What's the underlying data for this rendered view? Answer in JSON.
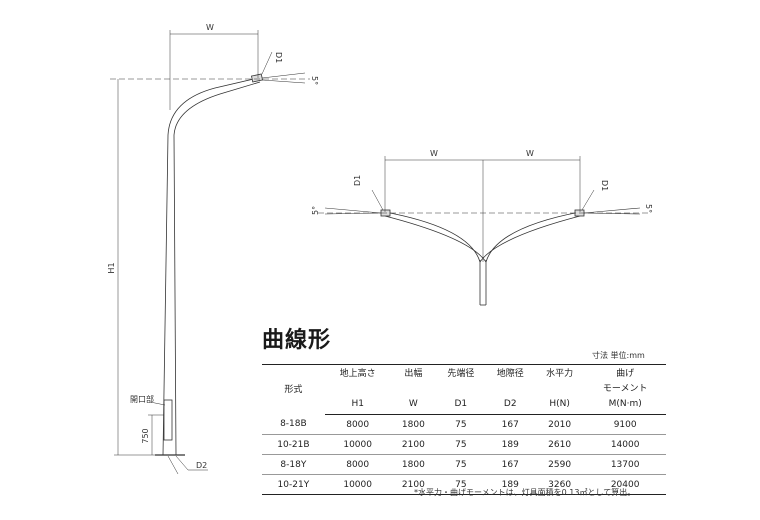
{
  "drawing": {
    "single_arm": {
      "width_label": "W",
      "height_label": "H1",
      "top_dia_label": "D1",
      "base_dia_label": "D2",
      "angle_label": "5°",
      "opening_label": "開口部",
      "opening_height": "750"
    },
    "double_arm": {
      "width_left_label": "W",
      "width_right_label": "W",
      "top_dia_left_label": "D1",
      "top_dia_right_label": "D1",
      "angle_left_label": "5°",
      "angle_right_label": "5°"
    }
  },
  "title": "曲線形",
  "units_note": "寸法 単位:mm",
  "table": {
    "headers_top": [
      "形式",
      "地上高さ",
      "出幅",
      "先端径",
      "地際径",
      "水平力",
      "曲げ"
    ],
    "headers_mid": [
      "",
      "",
      "",
      "",
      "",
      "",
      "モーメント"
    ],
    "headers_bottom": [
      "",
      "H1",
      "W",
      "D1",
      "D2",
      "H(N)",
      "M(N·m)"
    ],
    "rows": [
      [
        "8-18B",
        "8000",
        "1800",
        "75",
        "167",
        "2010",
        "9100"
      ],
      [
        "10-21B",
        "10000",
        "2100",
        "75",
        "189",
        "2610",
        "14000"
      ],
      [
        "8-18Y",
        "8000",
        "1800",
        "75",
        "167",
        "2590",
        "13700"
      ],
      [
        "10-21Y",
        "10000",
        "2100",
        "75",
        "189",
        "3260",
        "20400"
      ]
    ]
  },
  "footnote": "*水平力・曲げモーメントは、灯具面積を0.13㎡として算出。"
}
